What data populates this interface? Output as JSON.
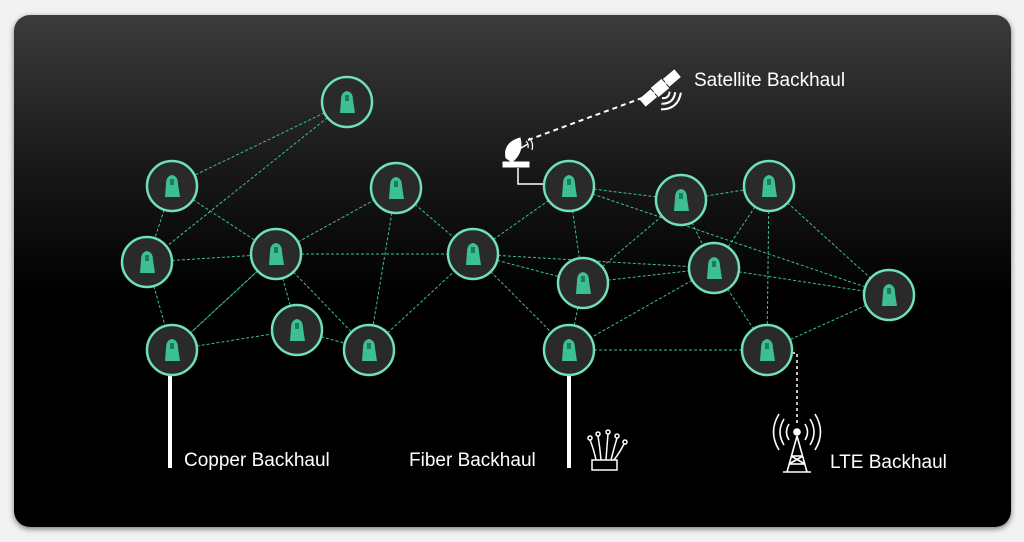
{
  "labels": {
    "satellite": "Satellite Backhaul",
    "copper": "Copper Backhaul",
    "fiber": "Fiber Backhaul",
    "lte": "LTE Backhaul"
  },
  "colors": {
    "node_fill": "#2a2a2a",
    "node_border": "#6fe0b8",
    "node_icon": "#3dbf95",
    "link": "#3dbf95",
    "backhaul": "#ffffff"
  },
  "icons": {
    "node": "mesh-node-icon",
    "satellite": "satellite-icon",
    "dish": "satellite-dish-icon",
    "fiber": "fiber-optic-icon",
    "tower": "cell-tower-icon"
  }
}
